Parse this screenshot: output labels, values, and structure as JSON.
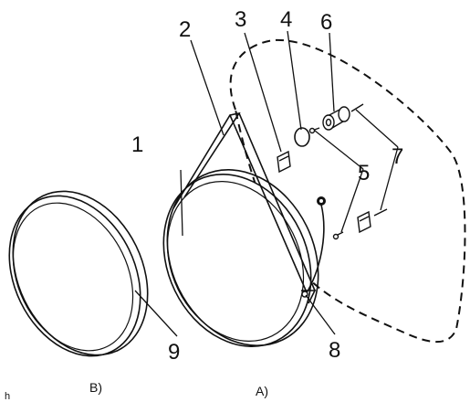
{
  "diagram": {
    "part_numbers": {
      "p1": "1",
      "p2": "2",
      "p3": "3",
      "p4": "4",
      "p5": "5",
      "p6": "6",
      "p7": "7",
      "p8": "8",
      "p9": "9"
    },
    "captions": {
      "view_b": "B)",
      "view_a": "A)"
    },
    "corner_fragment": "h",
    "colors": {
      "line": "#111111",
      "background": "#ffffff"
    }
  }
}
